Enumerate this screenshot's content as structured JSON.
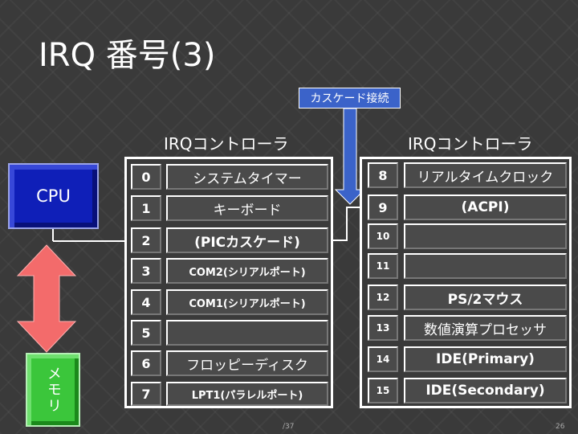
{
  "title": "IRQ 番号(3)",
  "cascade_label": "カスケード接続",
  "master": {
    "label": "IRQコントローラ",
    "rows": [
      {
        "num": "0",
        "device": "システムタイマー"
      },
      {
        "num": "1",
        "device": "キーボード"
      },
      {
        "num": "2",
        "device": "(PICカスケード)"
      },
      {
        "num": "3",
        "device": "COM2(シリアルポート)"
      },
      {
        "num": "4",
        "device": "COM1(シリアルポート)"
      },
      {
        "num": "5",
        "device": ""
      },
      {
        "num": "6",
        "device": "フロッピーディスク"
      },
      {
        "num": "7",
        "device": "LPT1(パラレルポート)"
      }
    ]
  },
  "slave": {
    "label": "IRQコントローラ",
    "rows": [
      {
        "num": "8",
        "device": "リアルタイムクロック"
      },
      {
        "num": "9",
        "device": "(ACPI)"
      },
      {
        "num": "10",
        "device": ""
      },
      {
        "num": "11",
        "device": ""
      },
      {
        "num": "12",
        "device": "PS/2マウス"
      },
      {
        "num": "13",
        "device": "数値演算プロセッサ"
      },
      {
        "num": "14",
        "device": "IDE(Primary)"
      },
      {
        "num": "15",
        "device": "IDE(Secondary)"
      }
    ]
  },
  "cpu_label": "CPU",
  "memory_label": "メモリ",
  "footer": {
    "page_total": "/37",
    "page_number": "26"
  },
  "colors": {
    "cpu": "#0f1fb8",
    "memory": "#3bc63b",
    "arrow": "#f36b6b",
    "cascade": "#3b63c9"
  }
}
